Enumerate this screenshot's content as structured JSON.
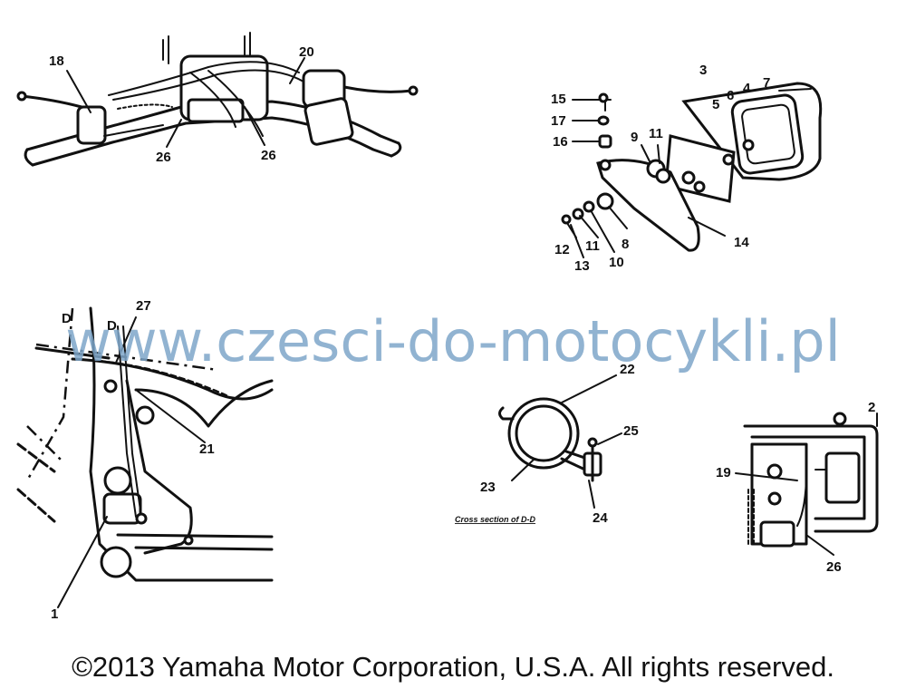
{
  "watermark": "www.czesci-do-motocykli.pl",
  "copyright": "©2013 Yamaha Motor Corporation, U.S.A. All rights reserved.",
  "cross_section_label": "Cross section of D-D",
  "section_marks": [
    "D",
    "D"
  ],
  "callouts": {
    "handlebar": [
      "18",
      "20",
      "26",
      "26"
    ],
    "taillight": [
      "3",
      "4",
      "5",
      "6",
      "7",
      "8",
      "9",
      "10",
      "11",
      "11",
      "12",
      "13",
      "14",
      "15",
      "16",
      "17"
    ],
    "frame": [
      "27",
      "21",
      "1"
    ],
    "clamp": [
      "22",
      "23",
      "24",
      "25"
    ],
    "battery_box": [
      "2",
      "19",
      "26"
    ]
  }
}
